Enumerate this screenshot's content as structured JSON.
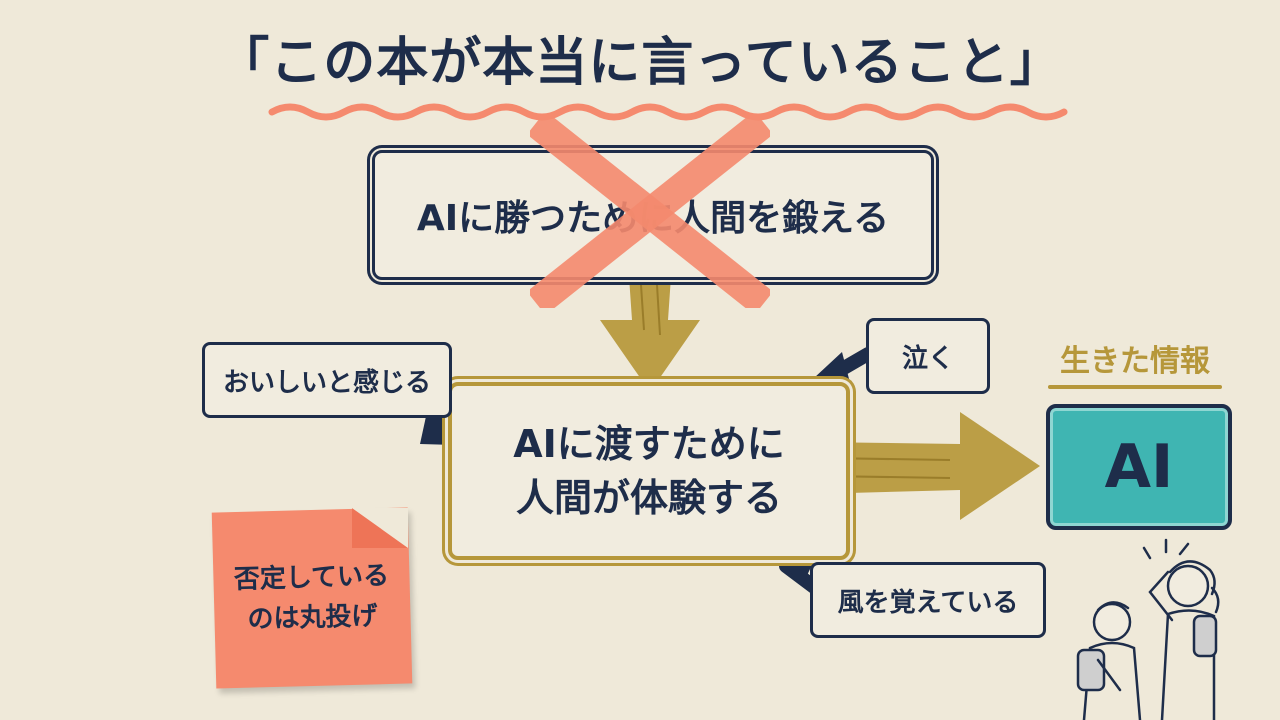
{
  "title": "「この本が本当に言っていること」",
  "rejected_claim": "AIに勝つために人間を鍛える",
  "central_claim": {
    "line1": "AIに渡すために",
    "line2": "人間が体験する"
  },
  "experiences": [
    {
      "label": "おいしいと感じる"
    },
    {
      "label": "泣く"
    },
    {
      "label": "風を覚えている"
    }
  ],
  "output": {
    "label": "生きた情報",
    "target": "AI"
  },
  "sticky_note": {
    "line1": "否定している",
    "line2": "のは丸投げ"
  },
  "colors": {
    "navy": "#1e2d4a",
    "gold": "#b6973a",
    "coral": "#f58a6e",
    "teal": "#3fb5b2",
    "background": "#efe9d9"
  }
}
